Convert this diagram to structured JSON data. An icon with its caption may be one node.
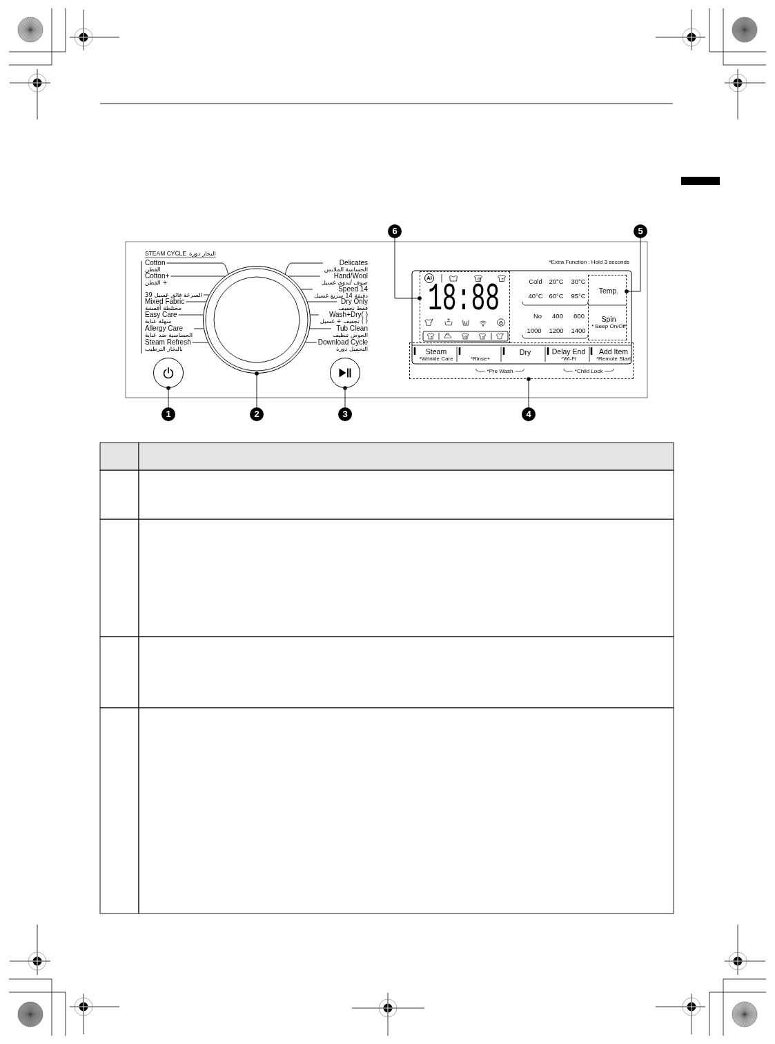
{
  "diagram": {
    "nodes": [
      {
        "text": [
          "6"
        ]
      },
      {
        "text": [
          "5"
        ]
      },
      {
        "text": [
          "Cotton",
          "القطن"
        ]
      },
      {
        "text": [
          "Cotton+",
          "القطن +"
        ]
      },
      {
        "text": [
          "39 غسيل فائق السرعة"
        ]
      },
      {
        "text": [
          "Mixed Fabric",
          "أقمشة مختلطة"
        ]
      },
      {
        "text": [
          "Easy Care",
          "عناية سهلة"
        ]
      },
      {
        "text": [
          "Allergy Care",
          "عناية ضد الحساسية"
        ]
      },
      {
        "text": [
          "Steam Refresh",
          "الترطيب بالبخار"
        ]
      },
      {
        "text": [
          "Delicates",
          "الملابس الحساسة"
        ]
      },
      {
        "text": [
          "Hand/Wool",
          "غسيل يدوي/ صوف"
        ]
      },
      {
        "text": [
          "Speed 14",
          "غسيل سريع 14 دقيقة"
        ]
      },
      {
        "text": [
          "Dry Only",
          "تجفيف فقط"
        ]
      },
      {
        "text": [
          "Wash+Dry( )",
          "غسيل + تجفيف ( )"
        ]
      },
      {
        "text": [
          "Tub Clean",
          "تنظيف الحوض"
        ]
      },
      {
        "text": [
          "Download Cycle",
          "دورة التحميل"
        ]
      },
      {
        "text": [],
        "shape": "circle"
      },
      {
        "text": [],
        "shape": "box"
      },
      {
        "text": [],
        "shape": "box"
      },
      {
        "text": [
          "Temp."
        ],
        "in": 18
      },
      {
        "text": [
          "Spin",
          "* Beep On/Off"
        ],
        "in": 18
      },
      {
        "text": [],
        "shape": "box"
      },
      {
        "text": [
          "Steam",
          "*Wrinkle Care"
        ],
        "in": 21
      },
      {
        "text": [
          "*Rinse+"
        ],
        "in": 21
      },
      {
        "text": [
          "Dry"
        ],
        "in": 21
      },
      {
        "text": [
          "Delay End",
          "*Wi-Fi"
        ],
        "in": 21
      },
      {
        "text": [
          "Add Item",
          "*Remote Start"
        ],
        "in": 21
      },
      {
        "text": [],
        "shape": "circle"
      },
      {
        "text": [],
        "shape": "circle"
      },
      {
        "text": [
          "1"
        ]
      },
      {
        "text": [
          "2"
        ]
      },
      {
        "text": [
          "3"
        ]
      },
      {
        "text": [
          "4"
        ]
      }
    ],
    "edges": [
      {
        "from": 0,
        "to": 17,
        "arrow": "other"
      },
      {
        "from": 1,
        "to": 18,
        "arrow": "other"
      },
      {
        "from": 2,
        "to": 16,
        "arrow": "none"
      },
      {
        "from": 3,
        "to": 16,
        "arrow": "none"
      },
      {
        "from": 4,
        "to": 16,
        "arrow": "none"
      },
      {
        "from": 5,
        "to": 16,
        "arrow": "none"
      },
      {
        "from": 6,
        "to": 16,
        "arrow": "none"
      },
      {
        "from": 7,
        "to": 16,
        "arrow": "none"
      },
      {
        "from": 8,
        "to": 16,
        "arrow": "none"
      },
      {
        "from": 9,
        "to": 16,
        "arrow": "none"
      },
      {
        "from": 10,
        "to": 16,
        "arrow": "none"
      },
      {
        "from": 11,
        "to": 16,
        "arrow": "none"
      },
      {
        "from": 12,
        "to": 16,
        "arrow": "none"
      },
      {
        "from": 13,
        "to": 16,
        "arrow": "none"
      },
      {
        "from": 14,
        "to": 16,
        "arrow": "none"
      },
      {
        "from": 15,
        "to": 16,
        "arrow": "none"
      },
      {
        "from": 29,
        "to": 27,
        "arrow": "other"
      },
      {
        "from": 30,
        "to": 16,
        "arrow": "other"
      },
      {
        "from": 31,
        "to": 28,
        "arrow": "other"
      },
      {
        "from": 32,
        "to": 21,
        "arrow": "other"
      }
    ],
    "labels": [
      "STEAM CYCLE",
      "دورة البخار",
      "*Extra Function : Hold 3 seconds",
      "AI",
      "18:88",
      "Cold",
      "20°C",
      "30°C",
      "40°C",
      "60°C",
      "95°C",
      "No",
      "400",
      "800",
      "1000",
      "1200",
      "1400",
      "*Pre Wash",
      "*Child Lock"
    ]
  }
}
